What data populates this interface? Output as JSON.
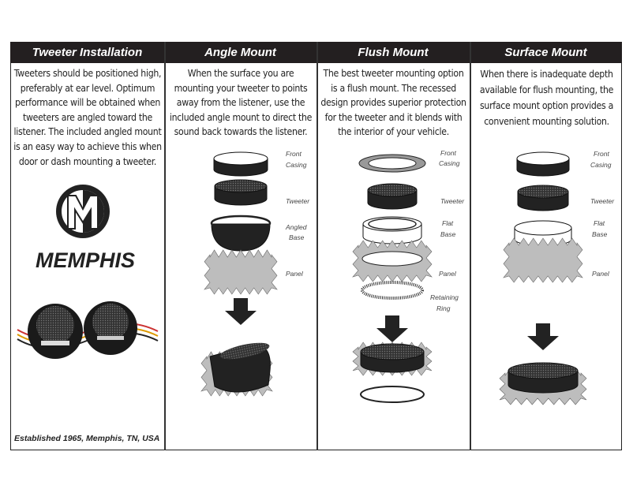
{
  "columns": [
    {
      "title": "Tweeter Installation",
      "text": "Tweeters should be positioned high, preferably at ear level.  Optimum performance will be obtained when tweeters are angled toward the listener. The included angled mount is an easy way to achieve this when door or dash mounting a tweeter."
    },
    {
      "title": "Angle Mount",
      "text": "When the surface you are mounting your tweeter to points away from the listener, use the included angle mount to direct the sound back towards the listener.",
      "labels": [
        "Front",
        "Casing",
        "Tweeter",
        "Angled",
        "Base",
        "Panel"
      ]
    },
    {
      "title": "Flush Mount",
      "text": "The best tweeter mounting option is a flush mount.  The recessed design provides superior protection for the tweeter and it blends with the interior of your vehicle.",
      "labels": [
        "Front",
        "Casing",
        "Tweeter",
        "Flat",
        "Base",
        "Panel",
        "Retaining",
        "Ring"
      ]
    },
    {
      "title": "Surface Mount",
      "text": "When there is inadequate depth available for flush mounting, the surface mount option provides a convenient mounting solution.",
      "labels": [
        "Front",
        "Casing",
        "Tweeter",
        "Flat",
        "Base",
        "Panel"
      ]
    }
  ],
  "brand": {
    "name": "MEMPHIS",
    "logo_letter": "M"
  },
  "footer": "Established 1965, Memphis, TN, USA",
  "colors": {
    "header_bg": "#231f20",
    "header_text": "#ffffff",
    "panel": "#bdbdbd"
  }
}
